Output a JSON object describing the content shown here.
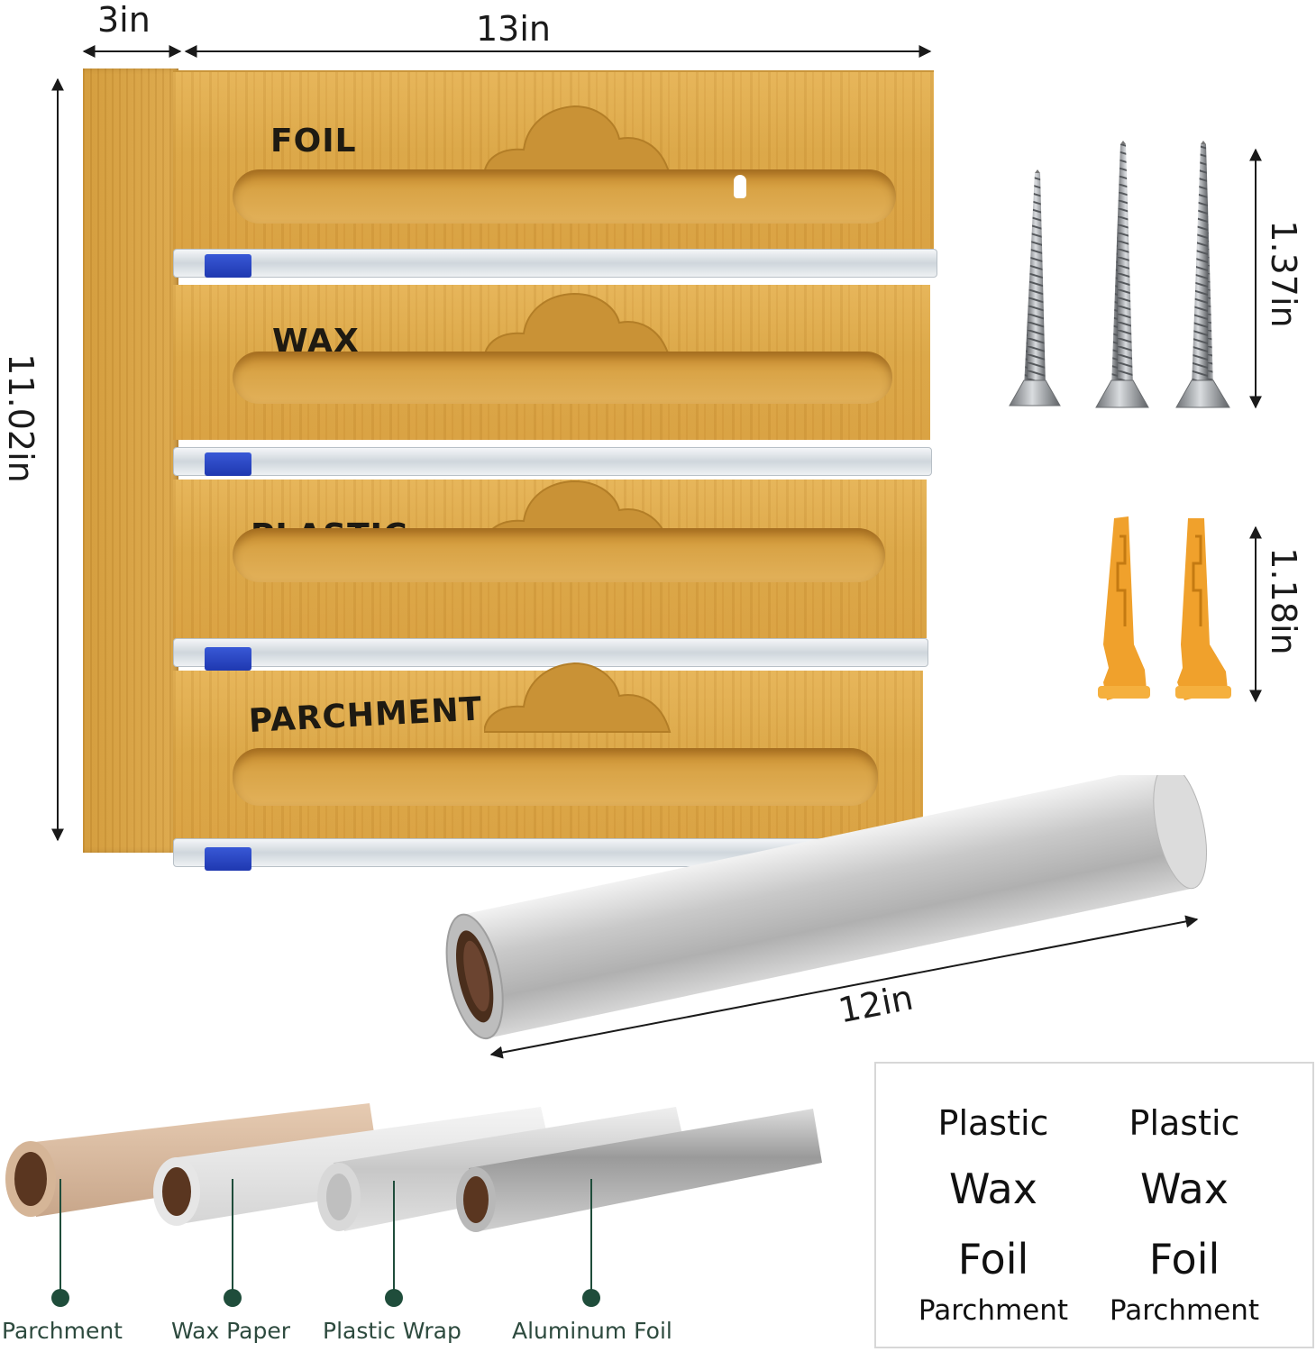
{
  "dimensions": {
    "depth": "3in",
    "width": "13in",
    "height": "11.02in",
    "screw_length": "1.37in",
    "anchor_length": "1.18in",
    "roll_length": "12in"
  },
  "dispenser_sections": [
    {
      "label": "FOIL"
    },
    {
      "label": "WAX"
    },
    {
      "label": "PLASTIC"
    },
    {
      "label": "PARCHMENT"
    }
  ],
  "roll_types": [
    {
      "label": "Parchment"
    },
    {
      "label": "Wax Paper"
    },
    {
      "label": "Plastic Wrap"
    },
    {
      "label": "Aluminum Foil"
    }
  ],
  "label_sheet": {
    "columns": [
      {
        "rows": [
          "Plastic",
          "Wax",
          "Foil",
          "Parchment"
        ]
      },
      {
        "rows": [
          "Plastic",
          "Wax",
          "Foil",
          "Parchment"
        ]
      }
    ]
  },
  "colors": {
    "bamboo": "#dba646",
    "cutter_handle": "#2a47c9",
    "anchor": "#f0a12c",
    "screw": "#9a9da0",
    "foil": "#c8c8c8",
    "parchment_roll": "#d6b89e",
    "accent_green": "#1f4d3b"
  }
}
